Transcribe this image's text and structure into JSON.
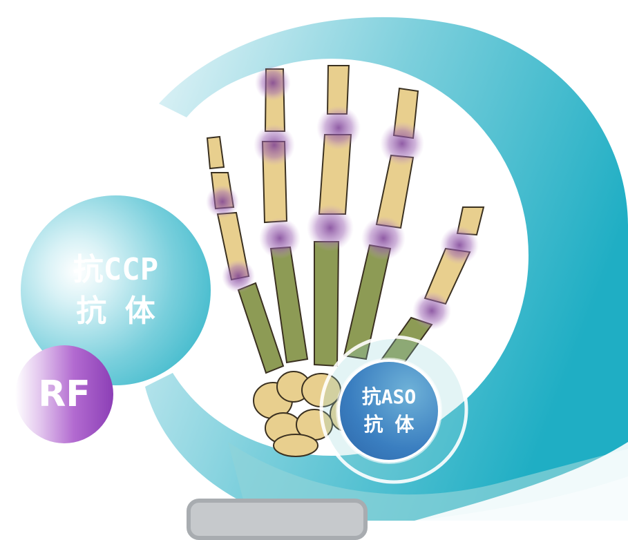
{
  "labels": {
    "ccp_line1": "抗CCP",
    "ccp_line2": "抗 体",
    "rf": "RF",
    "aso_line1": "抗ASO",
    "aso_line2": "抗 体"
  },
  "colors": {
    "teal": "#20aec3",
    "purple": "#8c3fb6",
    "blue": "#2d66a8",
    "bone_beige": "#e8cf8e",
    "bone_green": "#8d9b55",
    "joint_purple": "#8a4fa1"
  },
  "illustration": "hand-skeleton-icon"
}
